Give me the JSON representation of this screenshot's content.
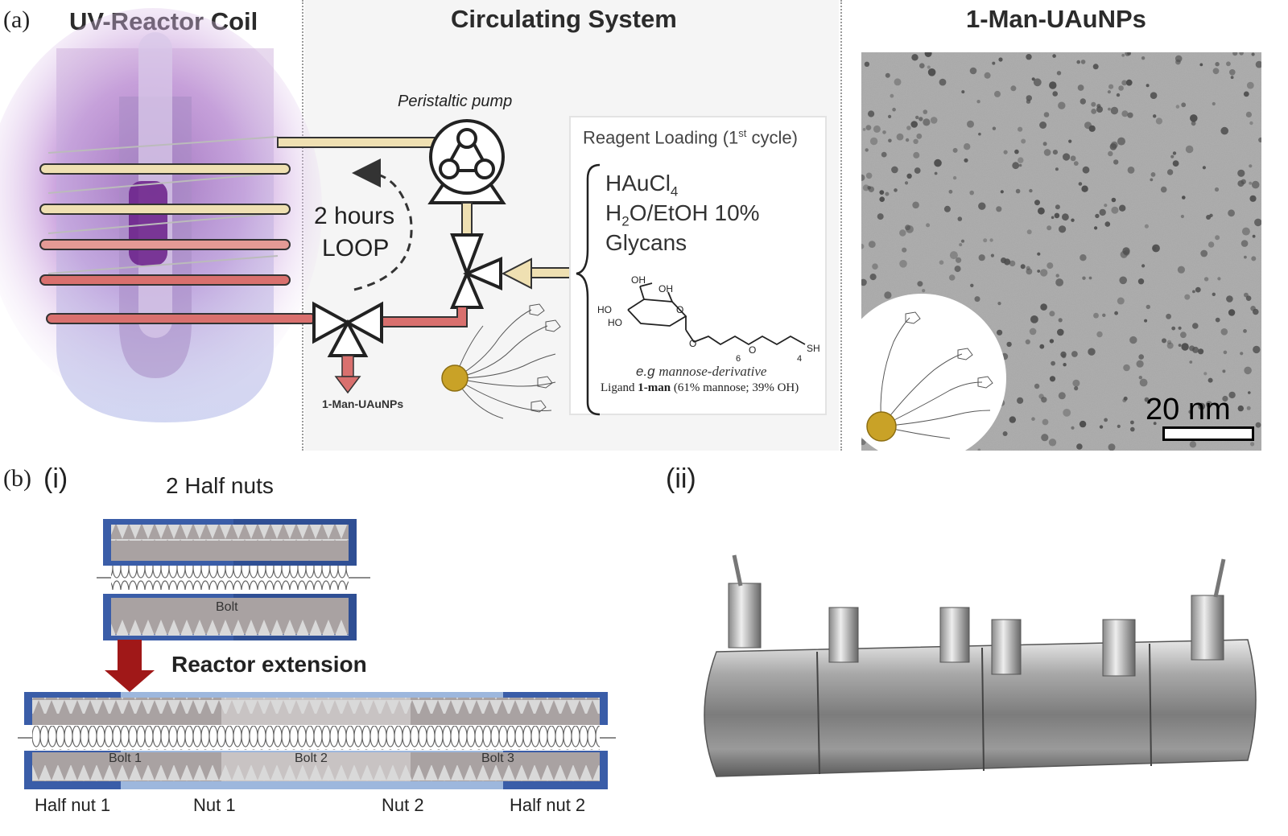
{
  "panel_a": {
    "letter": "(a)",
    "titles": {
      "uv_reactor": "UV-Reactor Coil",
      "circulating": "Circulating System",
      "nanoparticles": "1-Man-UAuNPs"
    },
    "pump_label": "Peristaltic pump",
    "loop_label_1": "2 hours",
    "loop_label_2": "LOOP",
    "reagent_title": "Reagent Loading (1",
    "reagent_title_sup": "st",
    "reagent_title_end": " cycle)",
    "reagents": {
      "haucl4_a": "HAuCl",
      "haucl4_sub": "4",
      "water_a": "H",
      "water_sub": "2",
      "water_b": "O/EtOH 10%",
      "glycans": "Glycans"
    },
    "structure": {
      "oh1": "OH",
      "oh2": "OH",
      "ho1": "HO",
      "ho2": "HO",
      "o_ring": "O",
      "o1": "O",
      "o2": "O",
      "sub6": "6",
      "sub4": "4",
      "sh": "SH"
    },
    "eg_prefix": "e.g ",
    "eg_text": "mannose-derivative",
    "ligand_prefix": "Ligand ",
    "ligand_bold": "1-man",
    "ligand_suffix": " (61% mannose; 39% OH)",
    "outlet_label": "1-Man-UAuNPs",
    "scale_bar": "20 nm"
  },
  "panel_b": {
    "letter": "(b)",
    "sub_i": "(i)",
    "sub_ii": "(ii)",
    "half_nuts_title": "2 Half nuts",
    "bolt": "Bolt",
    "extension": "Reactor extension",
    "bolts": [
      "Bolt 1",
      "Bolt 2",
      "Bolt 3"
    ],
    "nuts": [
      "Half nut 1",
      "Nut 1",
      "Nut 2",
      "Half nut 2"
    ]
  },
  "colors": {
    "tube_cream": "#efe0b2",
    "tube_red": "#d9706e",
    "reactor_purple": "#9b5fb5",
    "gold": "#c9a227",
    "nut_blue": "#3a5da8",
    "arrow_red": "#a01818",
    "panel_bg": "#f4f4f4"
  }
}
